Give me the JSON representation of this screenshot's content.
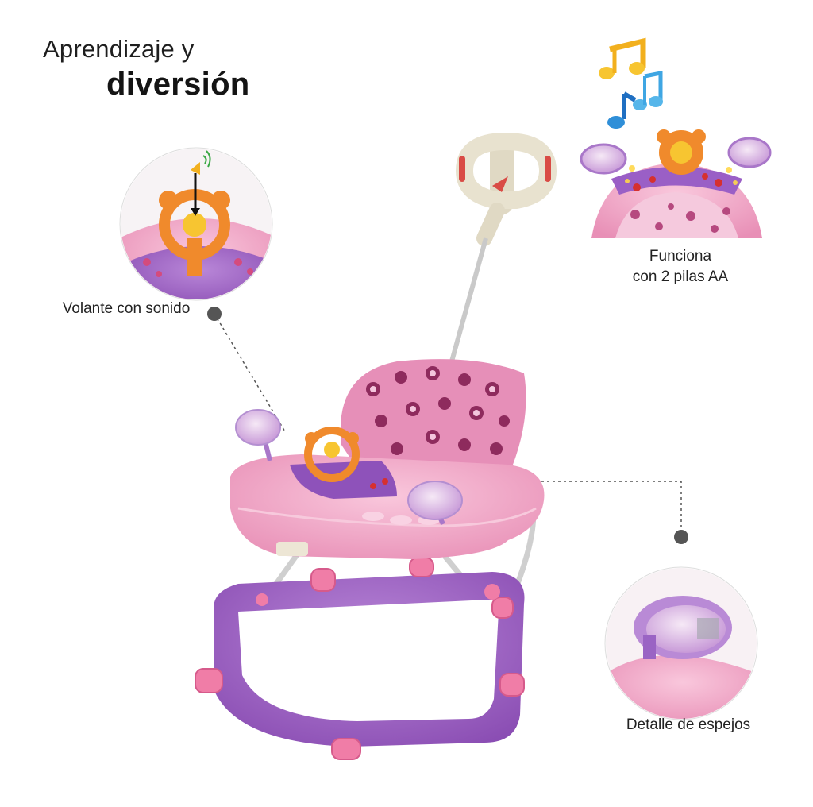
{
  "heading": {
    "line1": "Aprendizaje y",
    "line2": "diversión"
  },
  "callouts": {
    "steering_wheel": "Volante con sonido",
    "batteries_line1": "Funciona",
    "batteries_line2": "con 2 pilas AA",
    "mirrors": "Detalle de espejos"
  },
  "colors": {
    "pink_tray": "#f2a9c6",
    "purple_base": "#9b5fc0",
    "orange_wheel": "#f08a2c",
    "seat_pink": "#e68fb8",
    "handle_cream": "#e8e2cf",
    "note_yellow": "#f7c531",
    "note_blue": "#2f8fd8",
    "dot_gray": "#555555"
  }
}
